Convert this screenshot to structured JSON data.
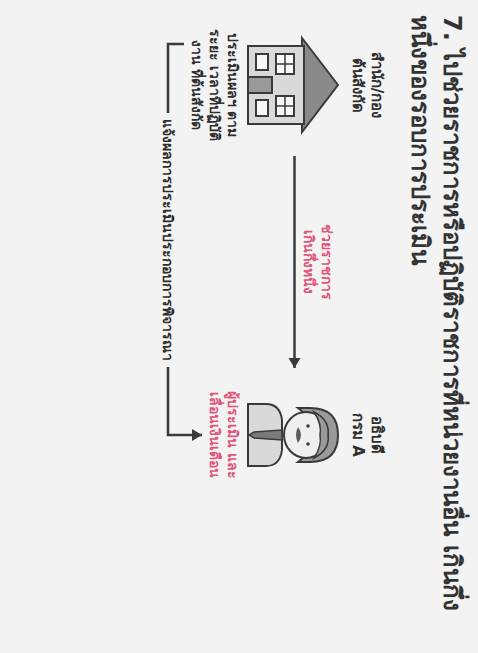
{
  "diagram": {
    "title": "7. ไปช่วยราชการหรือปฏิบัติราชการที่หน่วยงานอื่น เกินกึ่งหนึ่งของรอบการประเมิน",
    "nodes": [
      {
        "text": [
          "สำนัก/กอง ต้นสังกัด",
          "ประเมินผลฯ ตามระยะ เวลาที่ปฏิบัติงาน ที่ต้นสังกัด"
        ]
      },
      {
        "text": [
          "อธิบดี กรม A",
          "ผู้ประเมิน และ เลื่อนเงินเดือน"
        ]
      }
    ],
    "edges": [
      {
        "from": 0,
        "to": 1,
        "label": "ช่วยราชการ เกินกึ่งหนึ่ง",
        "arrow": "to"
      },
      {
        "from": 0,
        "to": 1,
        "label": "แจ้งผลการประเมินประกอบการพิจารณา",
        "arrow": "to"
      }
    ]
  }
}
